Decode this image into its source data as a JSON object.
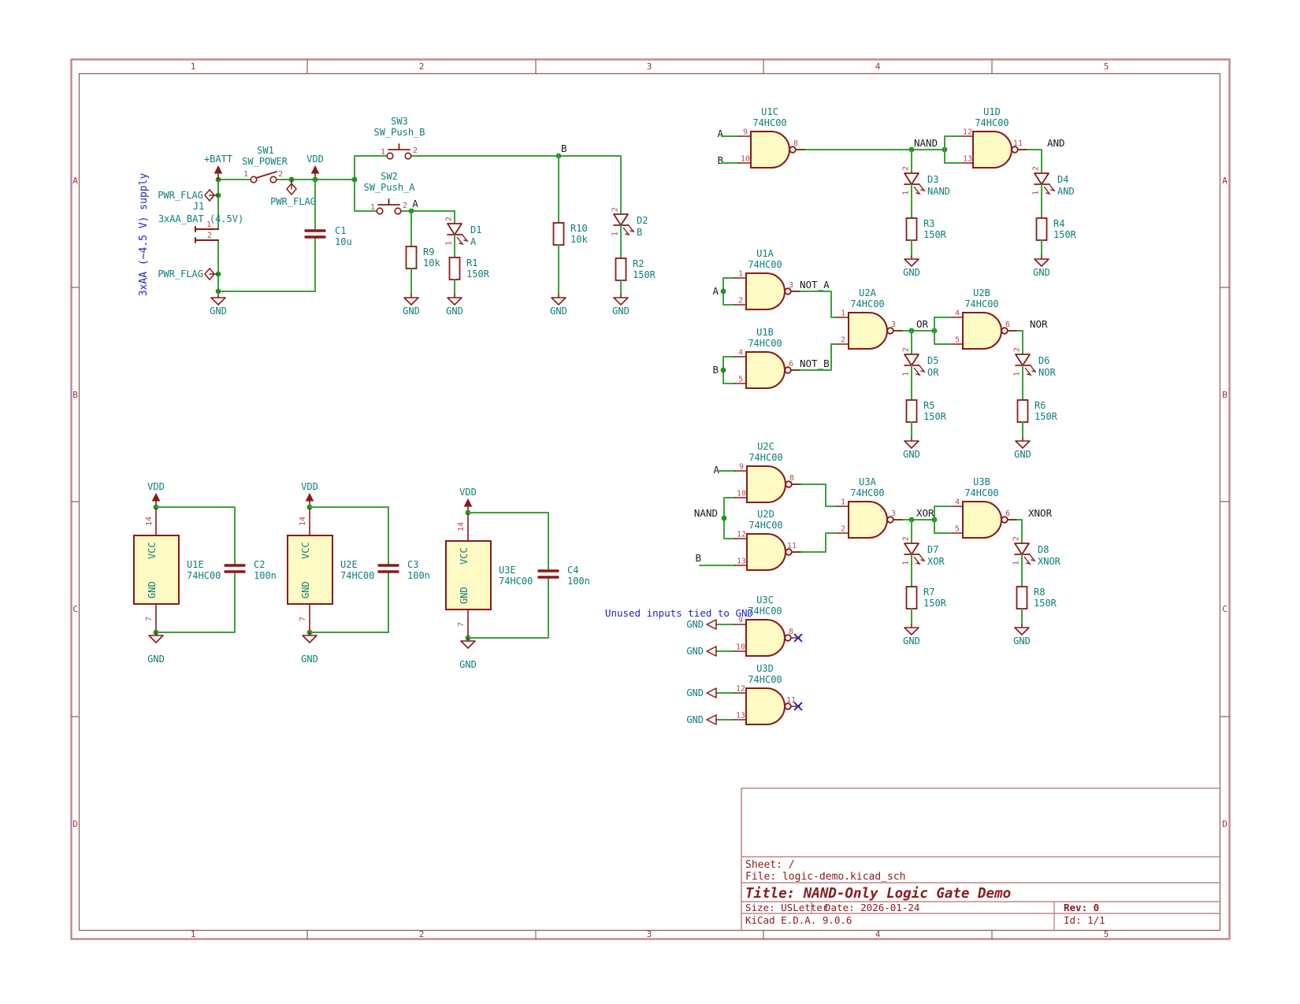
{
  "frame": {
    "columns": [
      "1",
      "2",
      "3",
      "4",
      "5"
    ],
    "rows": [
      "A",
      "B",
      "C",
      "D"
    ]
  },
  "title_block": {
    "sheet_label": "Sheet: /",
    "file_label": "File: logic-demo.kicad_sch",
    "title_label": "Title: NAND-Only Logic Gate Demo",
    "size_label": "Size: USLetter",
    "date_label": "Date: 2026-01-24",
    "rev_label": "Rev: 0",
    "tool_label": "KiCad E.D.A. 9.0.6",
    "id_label": "Id: 1/1"
  },
  "notes": {
    "supply": "3xAA (~4.5 V) supply",
    "unused": "Unused inputs tied to GND"
  },
  "power": {
    "gnd": "GND",
    "vdd": "VDD",
    "batt": "+BATT",
    "pwr_flag": "PWR_FLAG",
    "vcc": "VCC"
  },
  "net_labels": {
    "a": "A",
    "b": "B",
    "nand": "NAND",
    "and": "AND",
    "not_a": "NOT_A",
    "not_b": "NOT_B",
    "or": "OR",
    "nor": "NOR",
    "xor": "XOR",
    "xnor": "XNOR"
  },
  "colors": {
    "wire": "#3BA13B",
    "junction": "#1F941F",
    "device": "#8A1A1A",
    "gate_fill": "#FFFBC5",
    "teal": "#0E7C7C",
    "pin_number": "#A84F4F",
    "net_label": "#1A1A1A",
    "note_blue": "#2323C9",
    "nc_blue": "#1A1AC2",
    "frame_outer": "#C08888",
    "frame_inner": "#9A5F5F",
    "frame_text": "#8A3A3A",
    "tb_text": "#8C1A1B"
  },
  "components": {
    "J1": {
      "ref": "J1",
      "value": "3xAA_BAT (4.5V)",
      "pins": [
        "1",
        "2"
      ]
    },
    "SW1": {
      "ref": "SW1",
      "value": "SW_POWER",
      "pins": [
        "1",
        "2"
      ]
    },
    "SW2": {
      "ref": "SW2",
      "value": "SW_Push_A",
      "pins": [
        "1",
        "2"
      ]
    },
    "SW3": {
      "ref": "SW3",
      "value": "SW_Push_B",
      "pins": [
        "1",
        "2"
      ]
    },
    "C1": {
      "ref": "C1",
      "value": "10u"
    },
    "C2": {
      "ref": "C2",
      "value": "100n"
    },
    "C3": {
      "ref": "C3",
      "value": "100n"
    },
    "C4": {
      "ref": "C4",
      "value": "100n"
    },
    "R1": {
      "ref": "R1",
      "value": "150R"
    },
    "R2": {
      "ref": "R2",
      "value": "150R"
    },
    "R3": {
      "ref": "R3",
      "value": "150R"
    },
    "R4": {
      "ref": "R4",
      "value": "150R"
    },
    "R5": {
      "ref": "R5",
      "value": "150R"
    },
    "R6": {
      "ref": "R6",
      "value": "150R"
    },
    "R7": {
      "ref": "R7",
      "value": "150R"
    },
    "R8": {
      "ref": "R8",
      "value": "150R"
    },
    "R9": {
      "ref": "R9",
      "value": "10k"
    },
    "R10": {
      "ref": "R10",
      "value": "10k"
    },
    "D1": {
      "ref": "D1",
      "value": "A",
      "pins": [
        "2",
        "1"
      ]
    },
    "D2": {
      "ref": "D2",
      "value": "B",
      "pins": [
        "2",
        "1"
      ]
    },
    "D3": {
      "ref": "D3",
      "value": "NAND",
      "pins": [
        "2",
        "1"
      ]
    },
    "D4": {
      "ref": "D4",
      "value": "AND",
      "pins": [
        "2",
        "1"
      ]
    },
    "D5": {
      "ref": "D5",
      "value": "OR",
      "pins": [
        "2",
        "1"
      ]
    },
    "D6": {
      "ref": "D6",
      "value": "NOR",
      "pins": [
        "2",
        "1"
      ]
    },
    "D7": {
      "ref": "D7",
      "value": "XOR",
      "pins": [
        "2",
        "1"
      ]
    },
    "D8": {
      "ref": "D8",
      "value": "XNOR",
      "pins": [
        "2",
        "1"
      ]
    },
    "U1A": {
      "ref": "U1A",
      "value": "74HC00",
      "in1": "1",
      "in2": "2",
      "out": "3"
    },
    "U1B": {
      "ref": "U1B",
      "value": "74HC00",
      "in1": "4",
      "in2": "5",
      "out": "6"
    },
    "U1C": {
      "ref": "U1C",
      "value": "74HC00",
      "in1": "9",
      "in2": "10",
      "out": "8"
    },
    "U1D": {
      "ref": "U1D",
      "value": "74HC00",
      "in1": "12",
      "in2": "13",
      "out": "11"
    },
    "U2A": {
      "ref": "U2A",
      "value": "74HC00",
      "in1": "1",
      "in2": "2",
      "out": "3"
    },
    "U2B": {
      "ref": "U2B",
      "value": "74HC00",
      "in1": "4",
      "in2": "5",
      "out": "6"
    },
    "U2C": {
      "ref": "U2C",
      "value": "74HC00",
      "in1": "9",
      "in2": "10",
      "out": "8"
    },
    "U2D": {
      "ref": "U2D",
      "value": "74HC00",
      "in1": "12",
      "in2": "13",
      "out": "11"
    },
    "U3A": {
      "ref": "U3A",
      "value": "74HC00",
      "in1": "1",
      "in2": "2",
      "out": "3"
    },
    "U3B": {
      "ref": "U3B",
      "value": "74HC00",
      "in1": "4",
      "in2": "5",
      "out": "6"
    },
    "U3C": {
      "ref": "U3C",
      "value": "74HC00",
      "in1": "9",
      "in2": "10",
      "out": "8"
    },
    "U3D": {
      "ref": "U3D",
      "value": "74HC00",
      "in1": "12",
      "in2": "13",
      "out": "11"
    },
    "U1E": {
      "ref": "U1E",
      "value": "74HC00",
      "pins": [
        "14",
        "7"
      ]
    },
    "U2E": {
      "ref": "U2E",
      "value": "74HC00",
      "pins": [
        "14",
        "7"
      ]
    },
    "U3E": {
      "ref": "U3E",
      "value": "74HC00",
      "pins": [
        "14",
        "7"
      ]
    }
  }
}
